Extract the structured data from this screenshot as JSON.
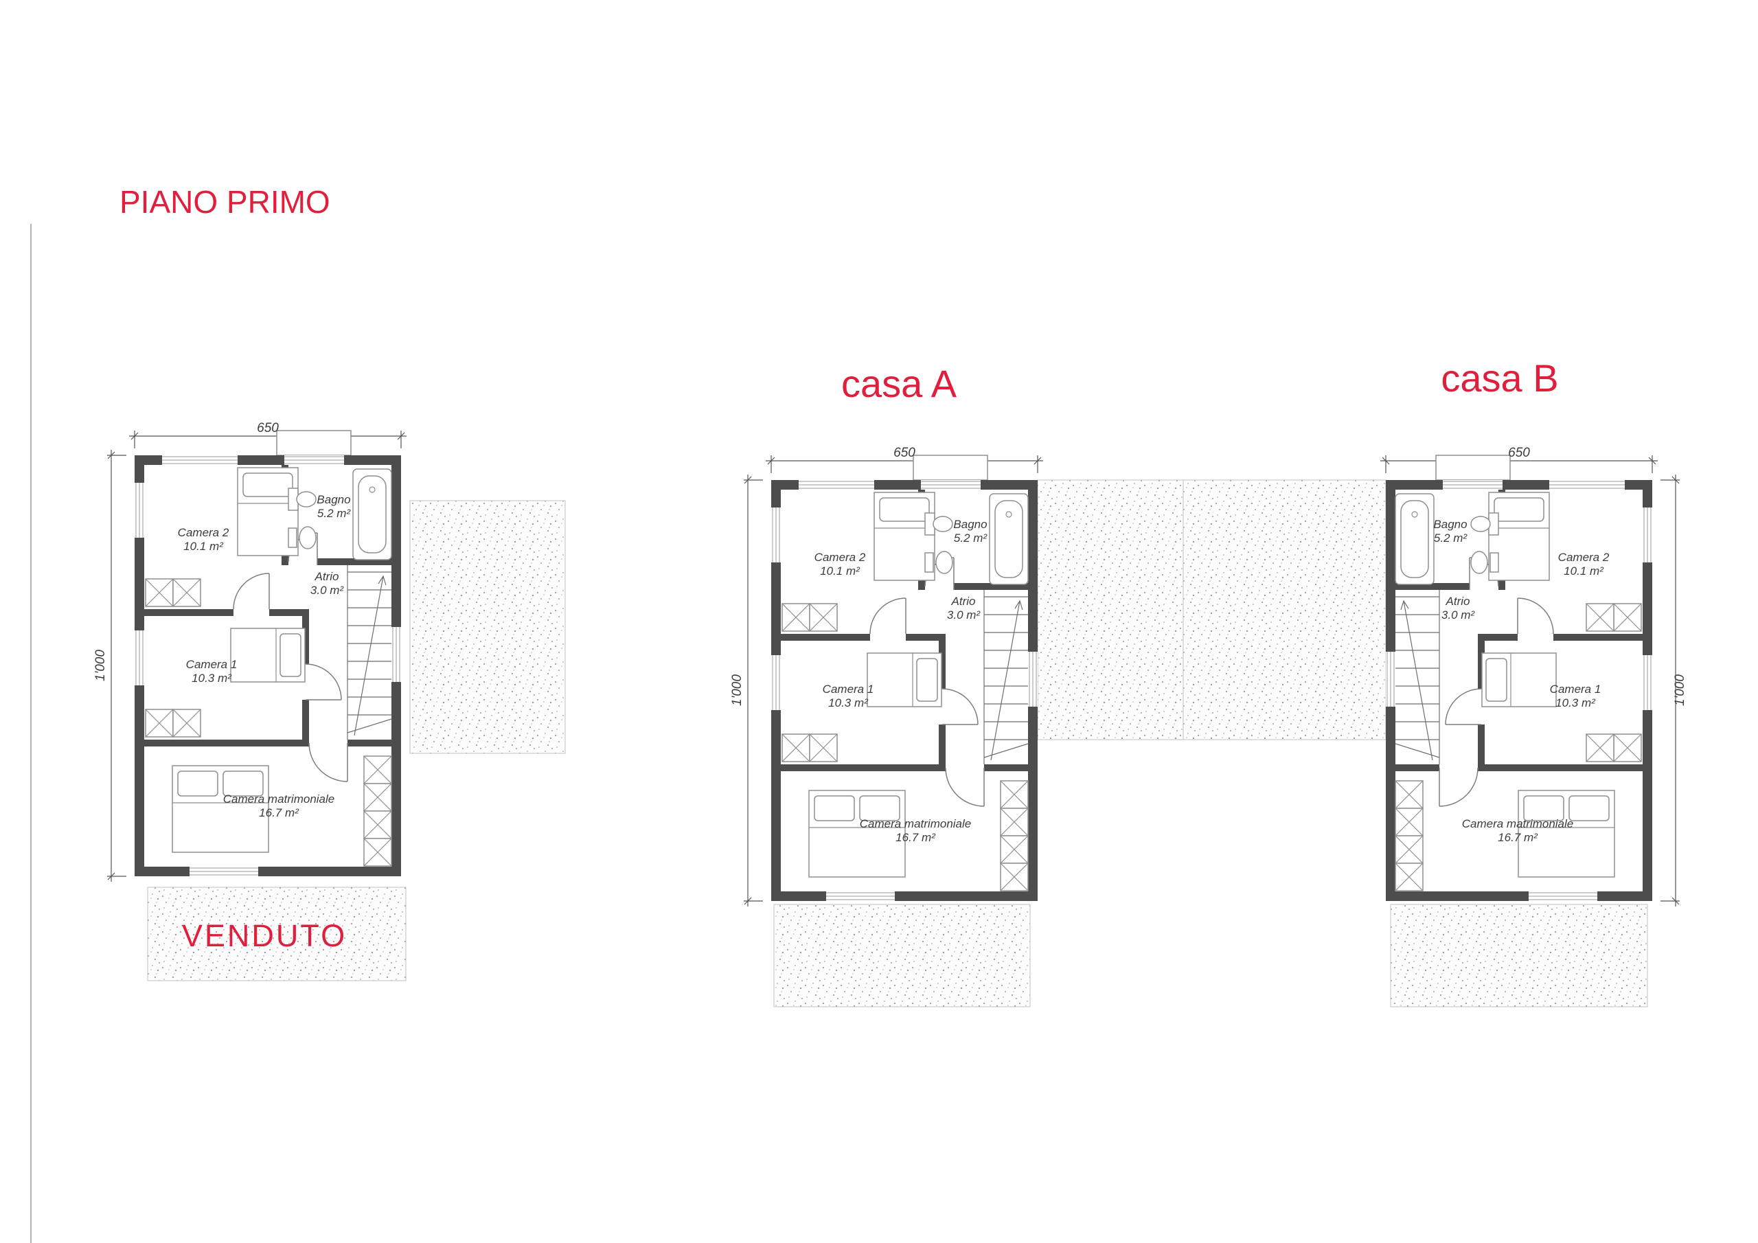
{
  "page": {
    "title": "PIANO PRIMO",
    "accent_color": "#e01f3d",
    "background": "#ffffff"
  },
  "plans": {
    "venduto": {
      "label": "VENDUTO"
    },
    "casa_a": {
      "title": "casa A"
    },
    "casa_b": {
      "title": "casa B"
    }
  },
  "dimensions": {
    "width": "650",
    "height": "1'000"
  },
  "rooms": {
    "camera2": {
      "name": "Camera 2",
      "area": "10.1 m²"
    },
    "bagno": {
      "name": "Bagno",
      "area": "5.2 m²"
    },
    "atrio": {
      "name": "Atrio",
      "area": "3.0 m²"
    },
    "camera1": {
      "name": "Camera 1",
      "area": "10.3 m²"
    },
    "camera_matrimoniale": {
      "name": "Camera matrimoniale",
      "area": "16.7 m²"
    }
  }
}
